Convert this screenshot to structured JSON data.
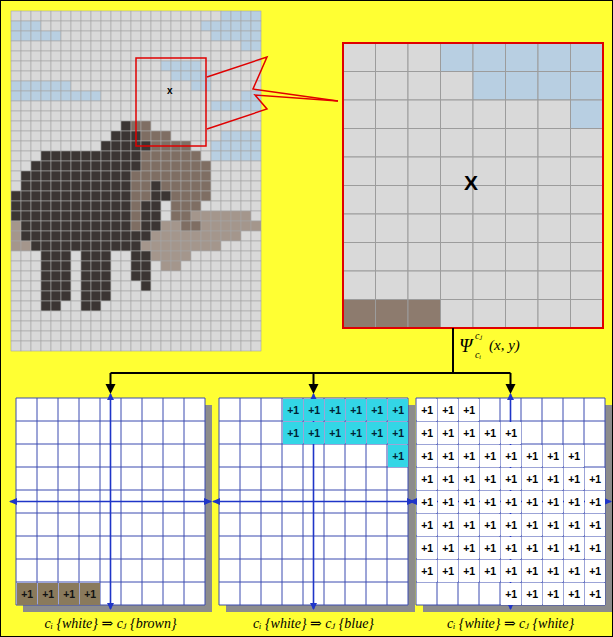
{
  "diagram": {
    "labels": [
      "x",
      "X",
      "Ψ",
      "cⱼ",
      "cᵢ",
      "(x, y)",
      "+1",
      "+1",
      "+1",
      "+1",
      "+1",
      "+1",
      "+1",
      "+1",
      "+1",
      "+1",
      "+1",
      "+1",
      "+1",
      "+1",
      "+1",
      "+1",
      "+1",
      "+1",
      "+1",
      "+1",
      "+1",
      "+1",
      "+1",
      "+1",
      "+1",
      "+1",
      "+1",
      "+1",
      "+1",
      "+1",
      "+1",
      "+1",
      "+1",
      "+1",
      "+1",
      "+1",
      "+1",
      "+1",
      "+1",
      "+1",
      "+1",
      "+1",
      "+1",
      "+1",
      "+1",
      "+1",
      "+1",
      "+1",
      "+1",
      "+1",
      "+1",
      "+1",
      "+1",
      "+1",
      "+1",
      "+1",
      "+1",
      "+1",
      "+1",
      "+1",
      "+1",
      "+1",
      "+1",
      "+1",
      "+1",
      "+1",
      "+1",
      "+1",
      "+1",
      "+1",
      "+1",
      "+1",
      "+1",
      "+1",
      "+1",
      "+1",
      "+1",
      "+1",
      "+1",
      "+1",
      "+1",
      "+1",
      "+1",
      "cᵢ {white} ⇒ cⱼ {brown}",
      "cᵢ {white} ⇒ cⱼ {blue}",
      "cᵢ {white} ⇒ cⱼ {white}"
    ]
  }
}
